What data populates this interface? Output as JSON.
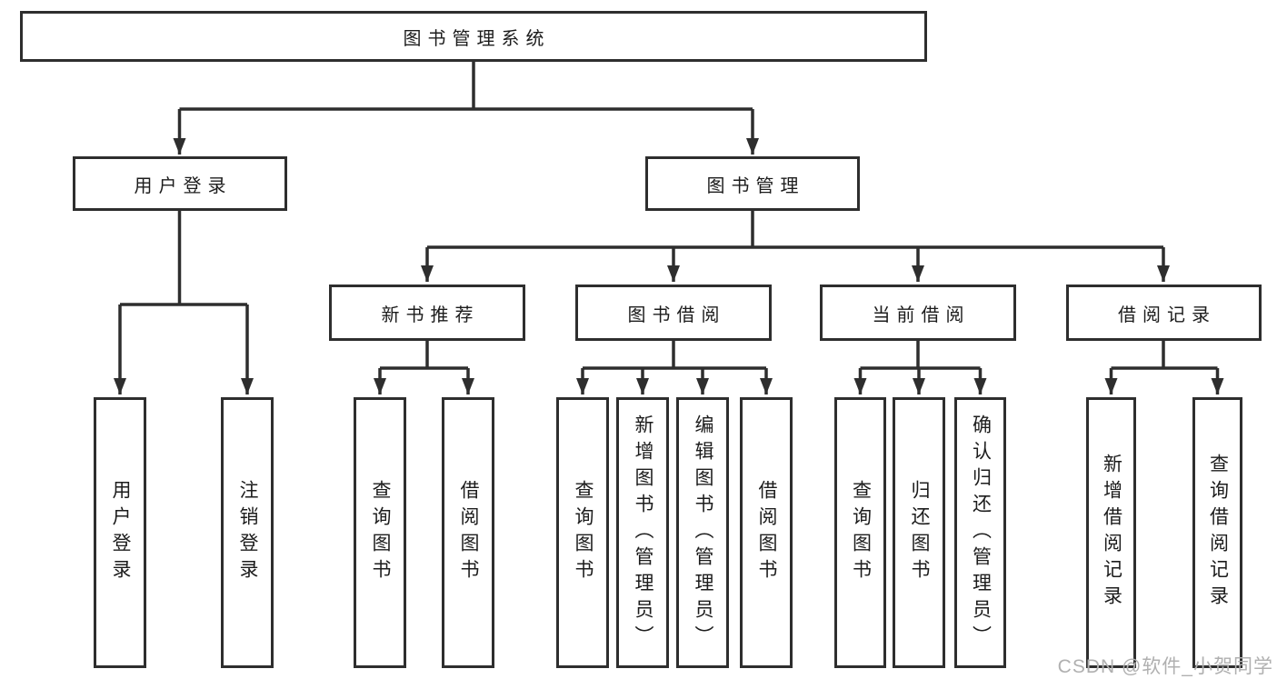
{
  "diagram": {
    "root": {
      "label": "图书管理系统"
    },
    "branches": [
      {
        "label": "用户登录",
        "leaves": [
          {
            "label": "用户登录"
          },
          {
            "label": "注销登录"
          }
        ]
      },
      {
        "label": "图书管理",
        "groups": [
          {
            "label": "新书推荐",
            "leaves": [
              {
                "label": "查询图书"
              },
              {
                "label": "借阅图书"
              }
            ]
          },
          {
            "label": "图书借阅",
            "leaves": [
              {
                "label": "查询图书"
              },
              {
                "label": "新增图书（管理员）"
              },
              {
                "label": "编辑图书（管理员）"
              },
              {
                "label": "借阅图书"
              }
            ]
          },
          {
            "label": "当前借阅",
            "leaves": [
              {
                "label": "查询图书"
              },
              {
                "label": "归还图书"
              },
              {
                "label": "确认归还（管理员）"
              }
            ]
          },
          {
            "label": "借阅记录",
            "leaves": [
              {
                "label": "新增借阅记录"
              },
              {
                "label": "查询借阅记录"
              }
            ]
          }
        ]
      }
    ]
  },
  "watermark": {
    "text": "CSDN @软件_小贺同学"
  },
  "colors": {
    "line": "#2e2e2e",
    "text": "#1c1c1c",
    "background": "#ffffff",
    "watermark": "#b0b0b0"
  }
}
